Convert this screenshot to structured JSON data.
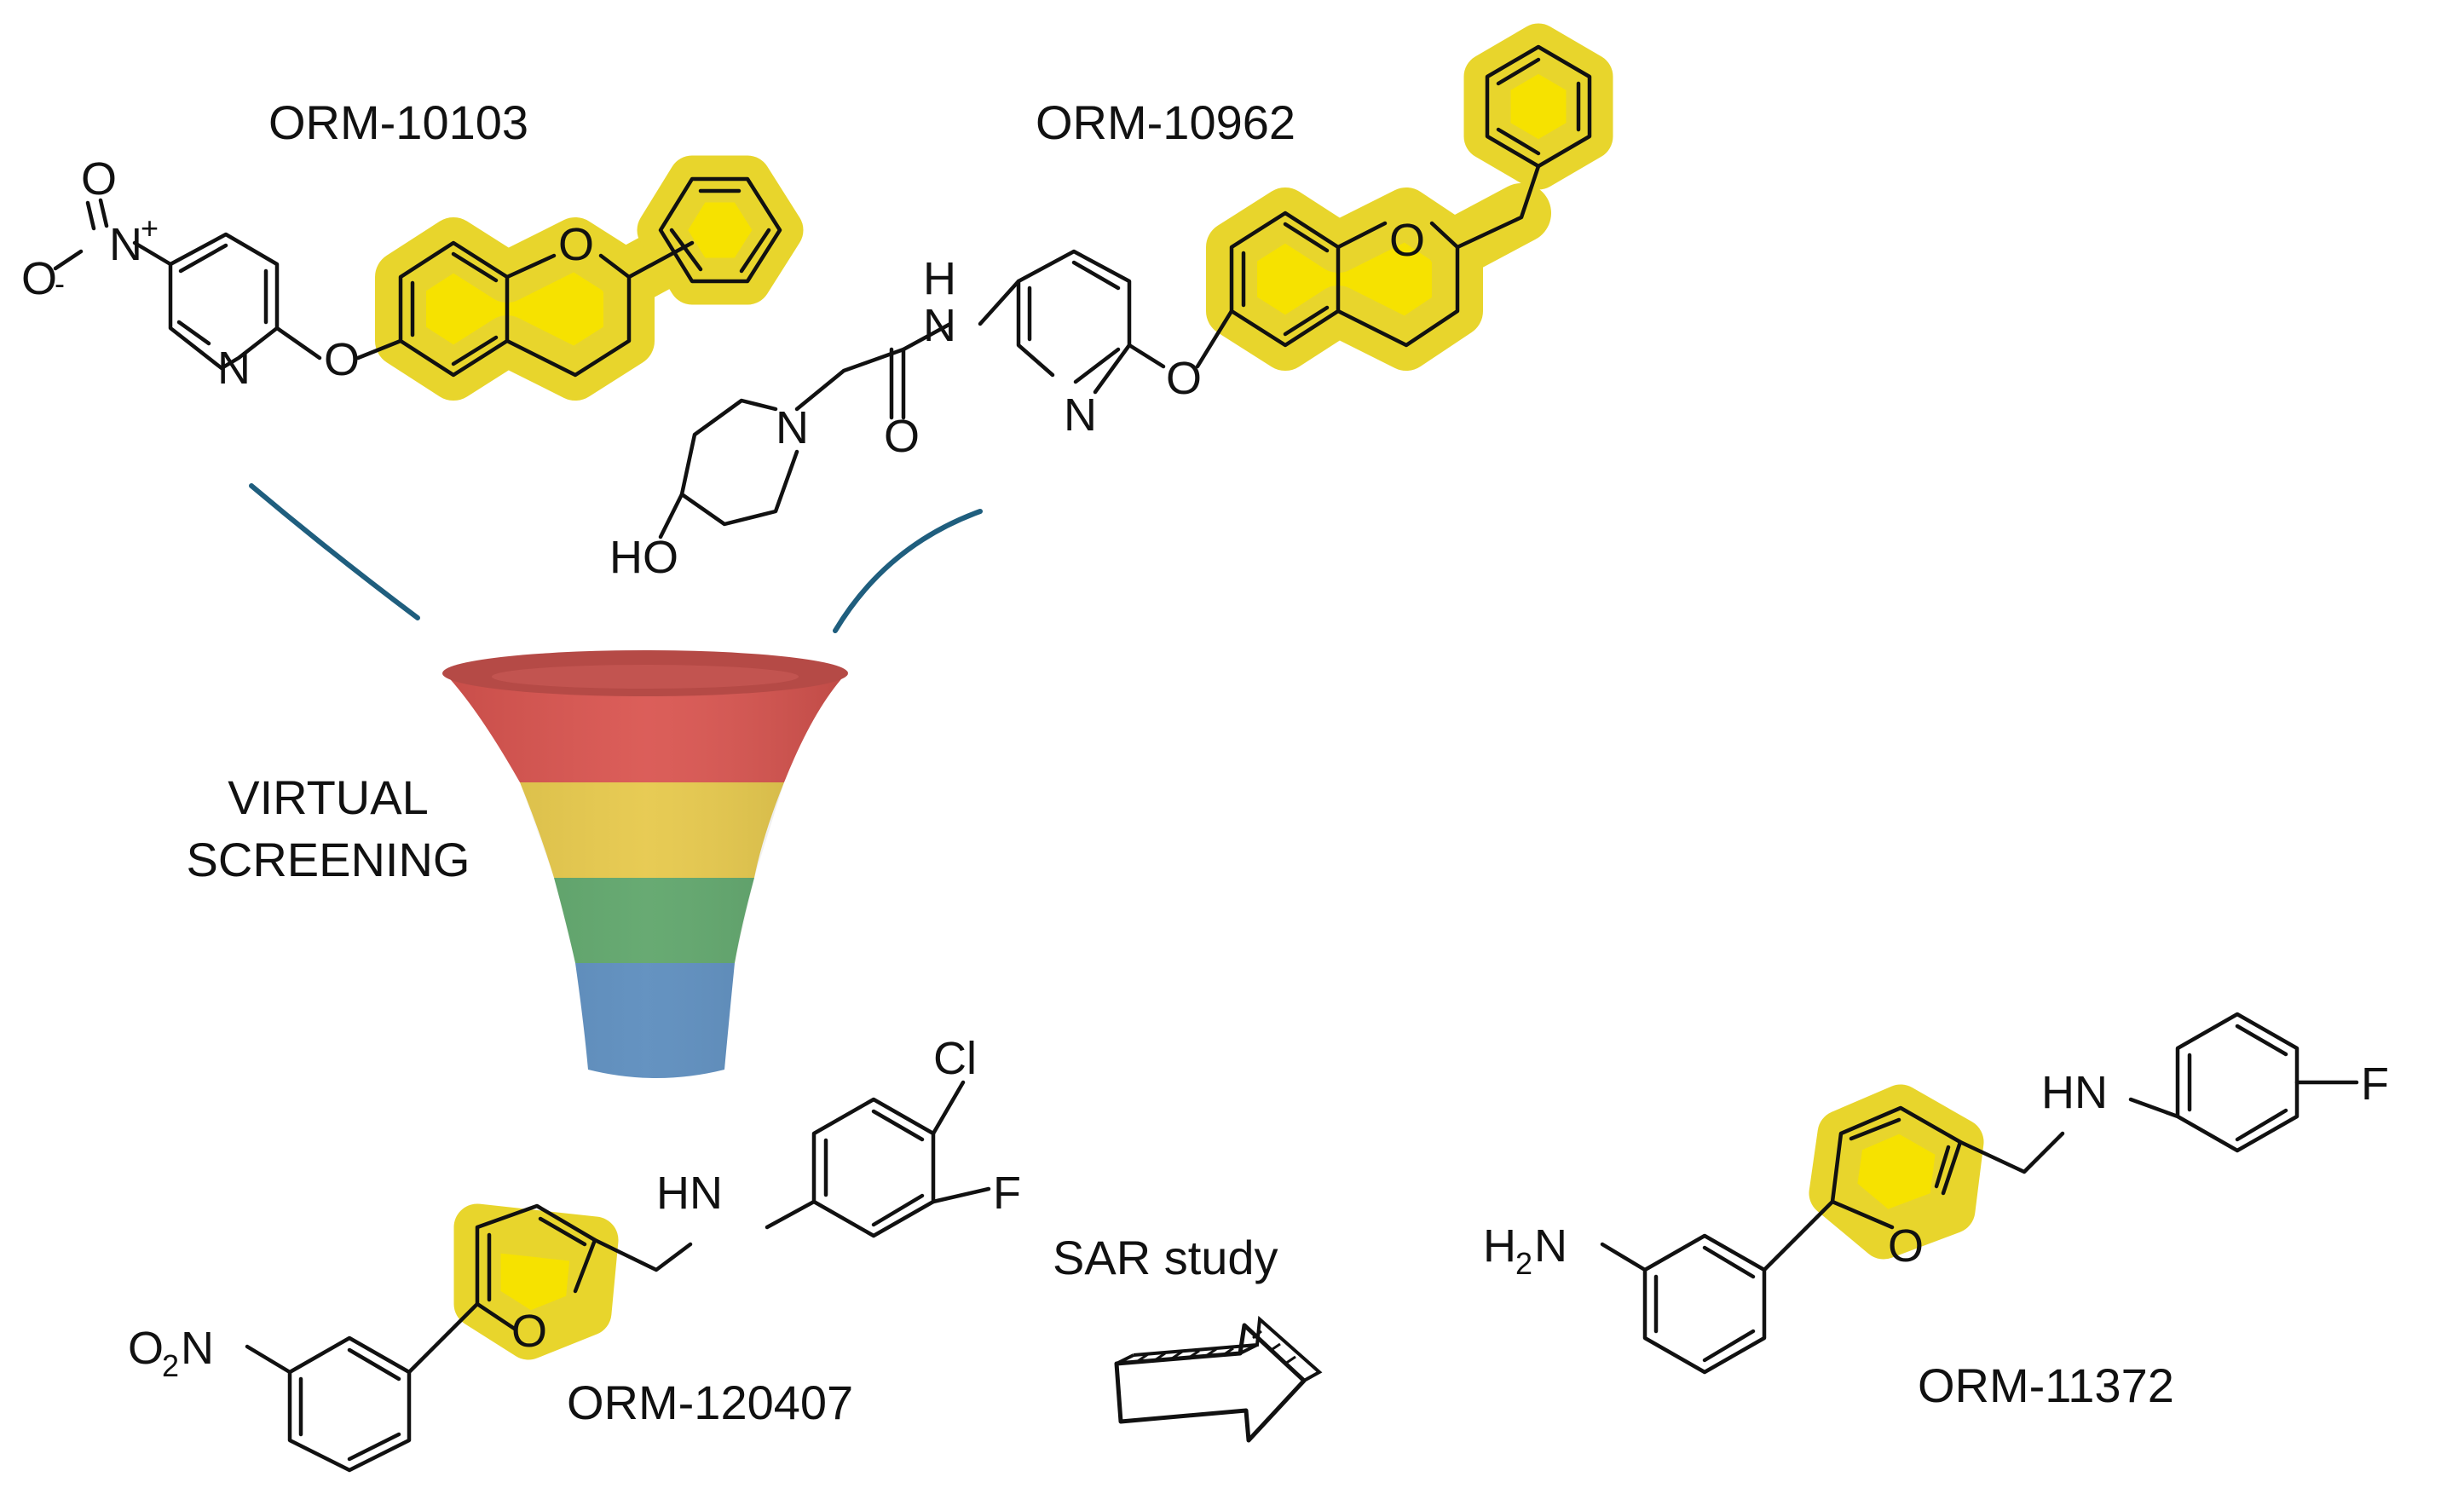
{
  "compounds": {
    "orm10103": {
      "name": "ORM-10103"
    },
    "orm10962": {
      "name": "ORM-10962"
    },
    "orm120407": {
      "name": "ORM-120407"
    },
    "orm11372": {
      "name": "ORM-11372"
    }
  },
  "atoms": {
    "O": "O",
    "N": "N",
    "N_plus": "N",
    "plus": "+",
    "O_minus": "O",
    "minus": "-",
    "NH": "NH",
    "H": "H",
    "HN": "HN",
    "HO": "HO",
    "Cl": "Cl",
    "F": "F",
    "O2N_O": "O",
    "O2N_sub": "2",
    "O2N_N": "N",
    "H2N_H": "H",
    "H2N_sub": "2",
    "H2N_N": "N"
  },
  "funnel": {
    "label_line1": "VIRTUAL",
    "label_line2": "SCREENING",
    "colors": [
      "#d9544f",
      "#e6c84a",
      "#5ea56a",
      "#5b8cbd"
    ]
  },
  "transition": {
    "label": "SAR study"
  },
  "colors": {
    "highlight": "#f6e200",
    "highlight_glow": "#e8d52c",
    "arc": "#1f5e7e"
  }
}
